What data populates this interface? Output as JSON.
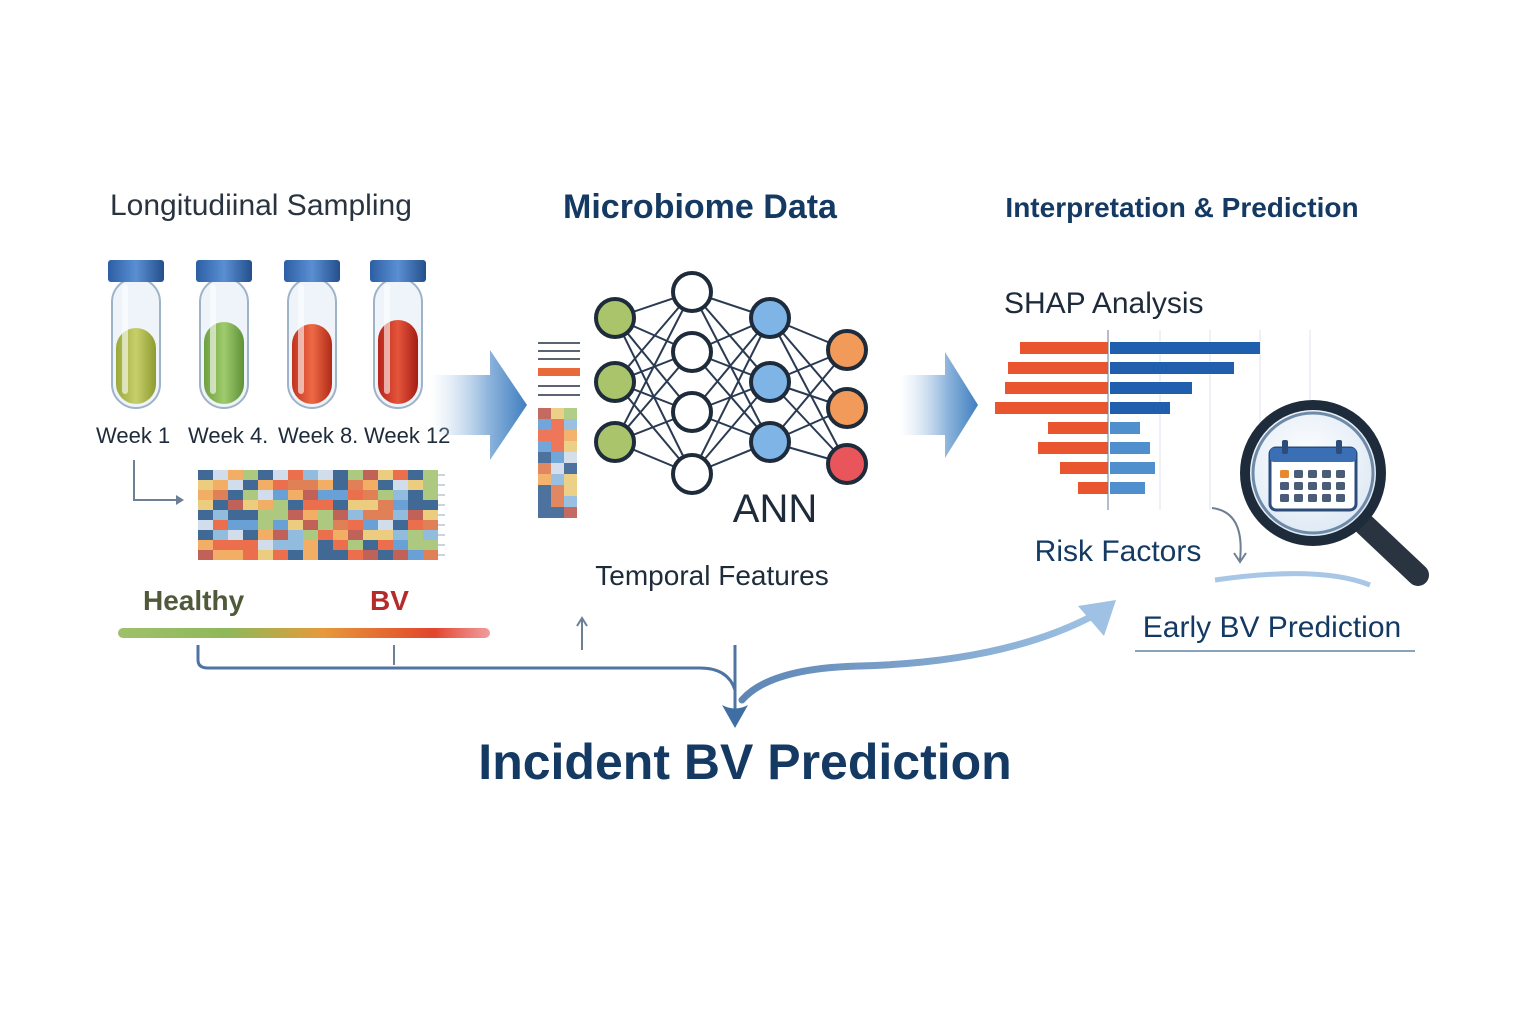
{
  "sections": {
    "sampling": {
      "title": "Longitudiinal Sampling",
      "weeks": [
        "Week 1",
        "Week 4.",
        "Week 8.",
        "Week 12"
      ],
      "healthy_label": "Healthy",
      "bv_label": "BV"
    },
    "microbiome": {
      "title": "Microbiome Data",
      "model_label": "ANN",
      "features_label": "Temporal Features"
    },
    "interpretation": {
      "title": "Interpretation & Prediction",
      "shap_label": "SHAP Analysis",
      "risk_label": "Risk Factors",
      "early_label": "Early BV Prediction"
    }
  },
  "footer": {
    "title": "Incident BV Prediction"
  },
  "colors": {
    "navy": "#143a63",
    "blue": "#1f5fae",
    "orange_red": "#e8552e",
    "tube_caps": "#3a6fb5",
    "arrow": "#3f7fbf",
    "healthy_text": "#4f5a3a",
    "bv_text": "#b52a2a"
  },
  "icons": {
    "tubes": "test-tube-icon",
    "network": "neural-network-icon",
    "magnifier": "magnifier-icon",
    "calendar": "calendar-icon",
    "flow_arrow": "arrow-right-icon"
  }
}
